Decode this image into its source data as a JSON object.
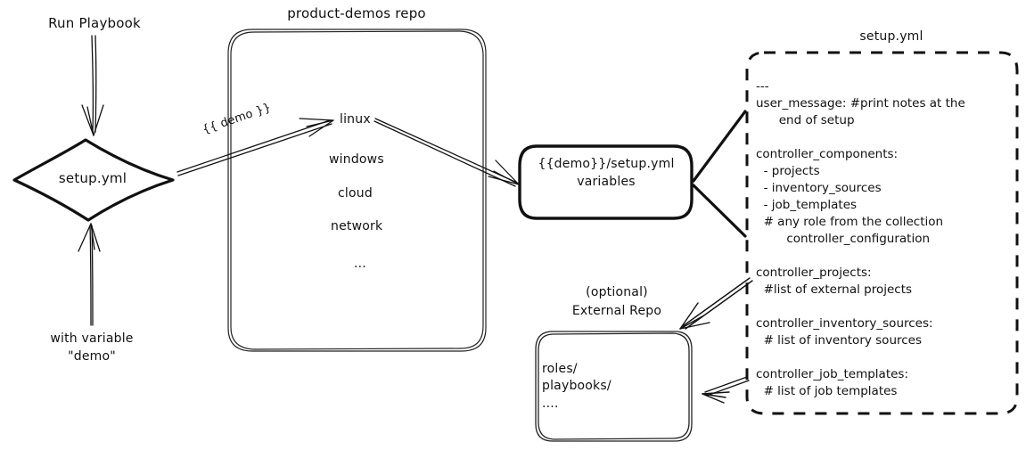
{
  "diagram": {
    "title": "Ansible product-demos setup.yml flow",
    "stroke_color": "#111111",
    "background": "#ffffff"
  },
  "left_flow": {
    "run_playbook_label": "Run Playbook",
    "decision_node_label": "setup.yml",
    "with_variable_label_line1": "with variable",
    "with_variable_label_line2": "\"demo\"",
    "edge_demo_label": "{{ demo }}"
  },
  "repo_box": {
    "title": "product-demos repo",
    "items": [
      "linux",
      "windows",
      "cloud",
      "network",
      "..."
    ]
  },
  "variables_box": {
    "line1": "{{demo}}/setup.yml",
    "line2": "variables"
  },
  "setup_yml_box": {
    "title": "setup.yml",
    "lines": [
      "---",
      "user_message: #print notes at the",
      "      end of setup",
      "",
      "controller_components:",
      "  - projects",
      "  - inventory_sources",
      "  - job_templates",
      "  # any role from the collection",
      "        controller_configuration",
      "",
      "controller_projects:",
      "  #list of external projects",
      "",
      "controller_inventory_sources:",
      "  # list of inventory sources",
      "",
      "controller_job_templates:",
      "  # list of job templates"
    ]
  },
  "external_repo_box": {
    "title_line1": "(optional)",
    "title_line2": "External Repo",
    "lines": [
      "roles/",
      "playbooks/",
      "...."
    ]
  }
}
